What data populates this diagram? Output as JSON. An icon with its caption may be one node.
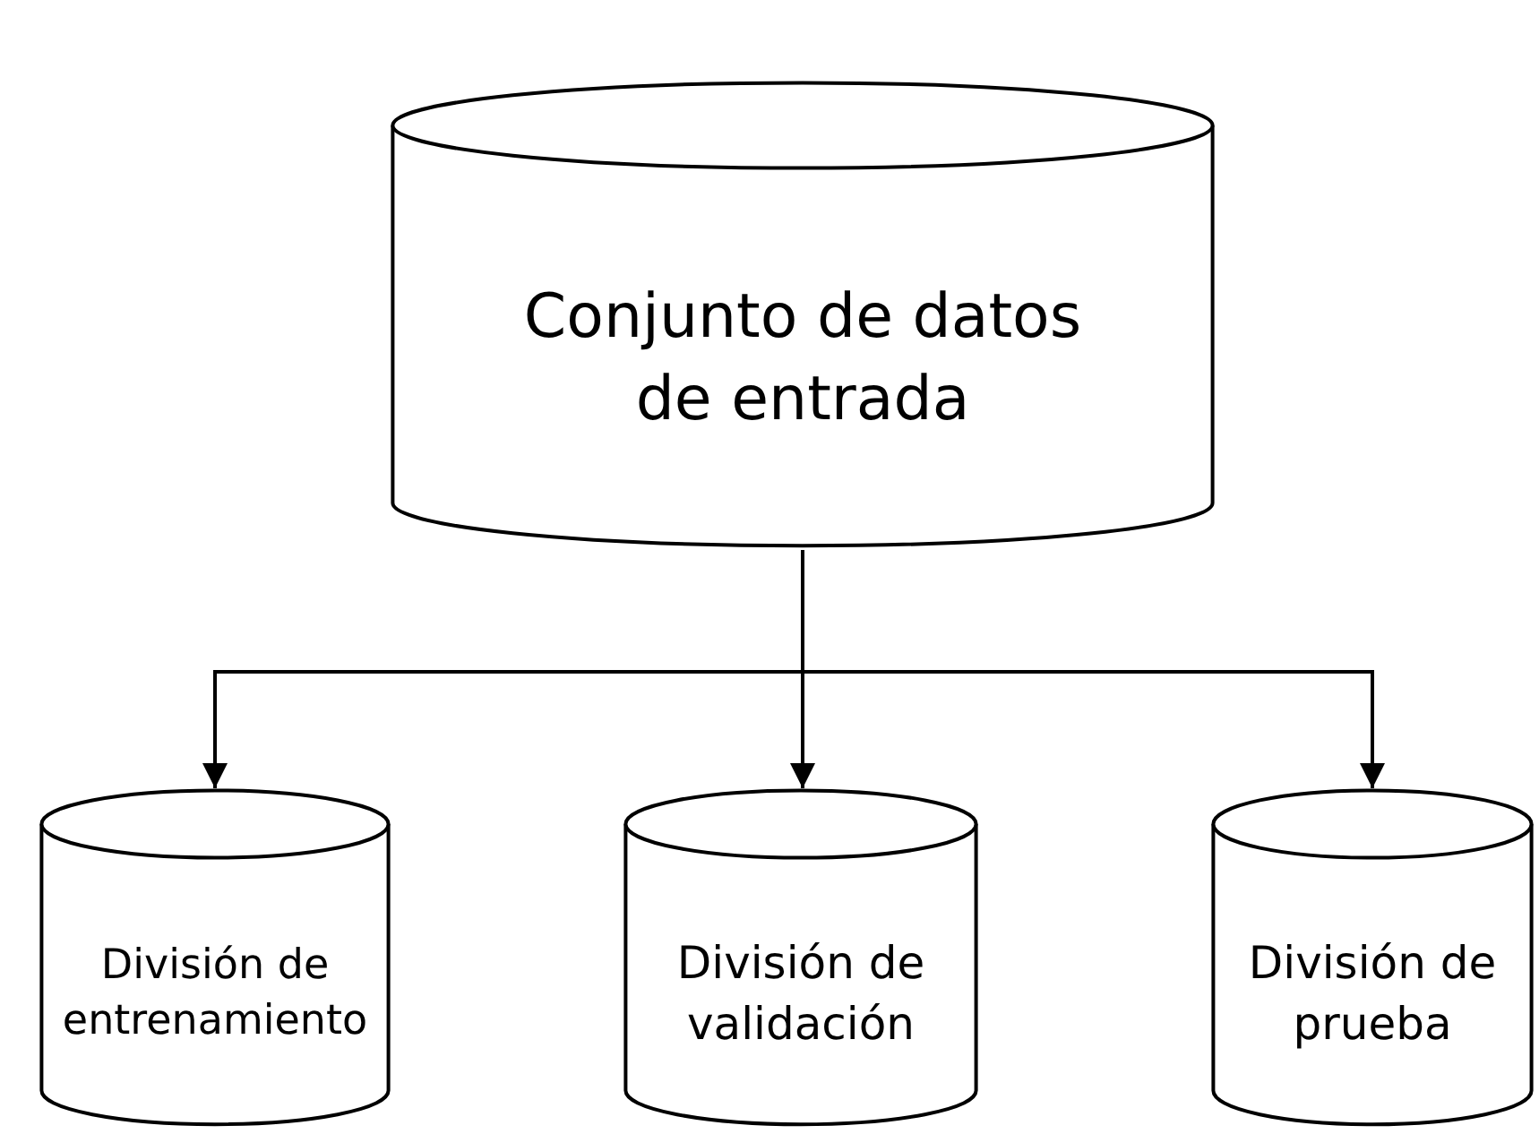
{
  "diagram": {
    "nodes": [
      {
        "text": [
          "Conjunto de datos de entrada"
        ]
      },
      {
        "text": [
          "División de entrenamiento"
        ]
      },
      {
        "text": [
          "División de validación"
        ]
      },
      {
        "text": [
          "División de prueba"
        ]
      }
    ],
    "edges": [
      {
        "from": 0,
        "to": 1,
        "arrow": "to"
      },
      {
        "from": 0,
        "to": 2,
        "arrow": "to"
      },
      {
        "from": 0,
        "to": 3,
        "arrow": "to"
      }
    ]
  }
}
